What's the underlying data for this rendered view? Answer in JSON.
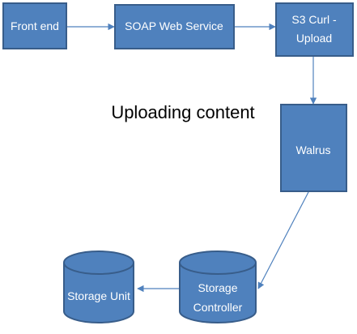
{
  "diagram": {
    "caption": "Uploading content",
    "nodes": {
      "front_end": {
        "label": "Front end"
      },
      "soap_web_service": {
        "label": "SOAP Web Service"
      },
      "s3_curl_upload": {
        "label_line1": "S3 Curl -",
        "label_line2": "Upload"
      },
      "walrus": {
        "label": "Walrus"
      },
      "storage_controller": {
        "label_line1": "Storage",
        "label_line2": "Controller"
      },
      "storage_unit": {
        "label": "Storage Unit"
      }
    },
    "edges": [
      {
        "from": "front_end",
        "to": "soap_web_service"
      },
      {
        "from": "soap_web_service",
        "to": "s3_curl_upload"
      },
      {
        "from": "s3_curl_upload",
        "to": "walrus"
      },
      {
        "from": "walrus",
        "to": "storage_controller"
      },
      {
        "from": "storage_controller",
        "to": "storage_unit"
      }
    ],
    "colors": {
      "node_fill": "#4f81bd",
      "node_stroke": "#385d8a",
      "connector": "#4f81bd",
      "label_text": "#ffffff"
    }
  }
}
